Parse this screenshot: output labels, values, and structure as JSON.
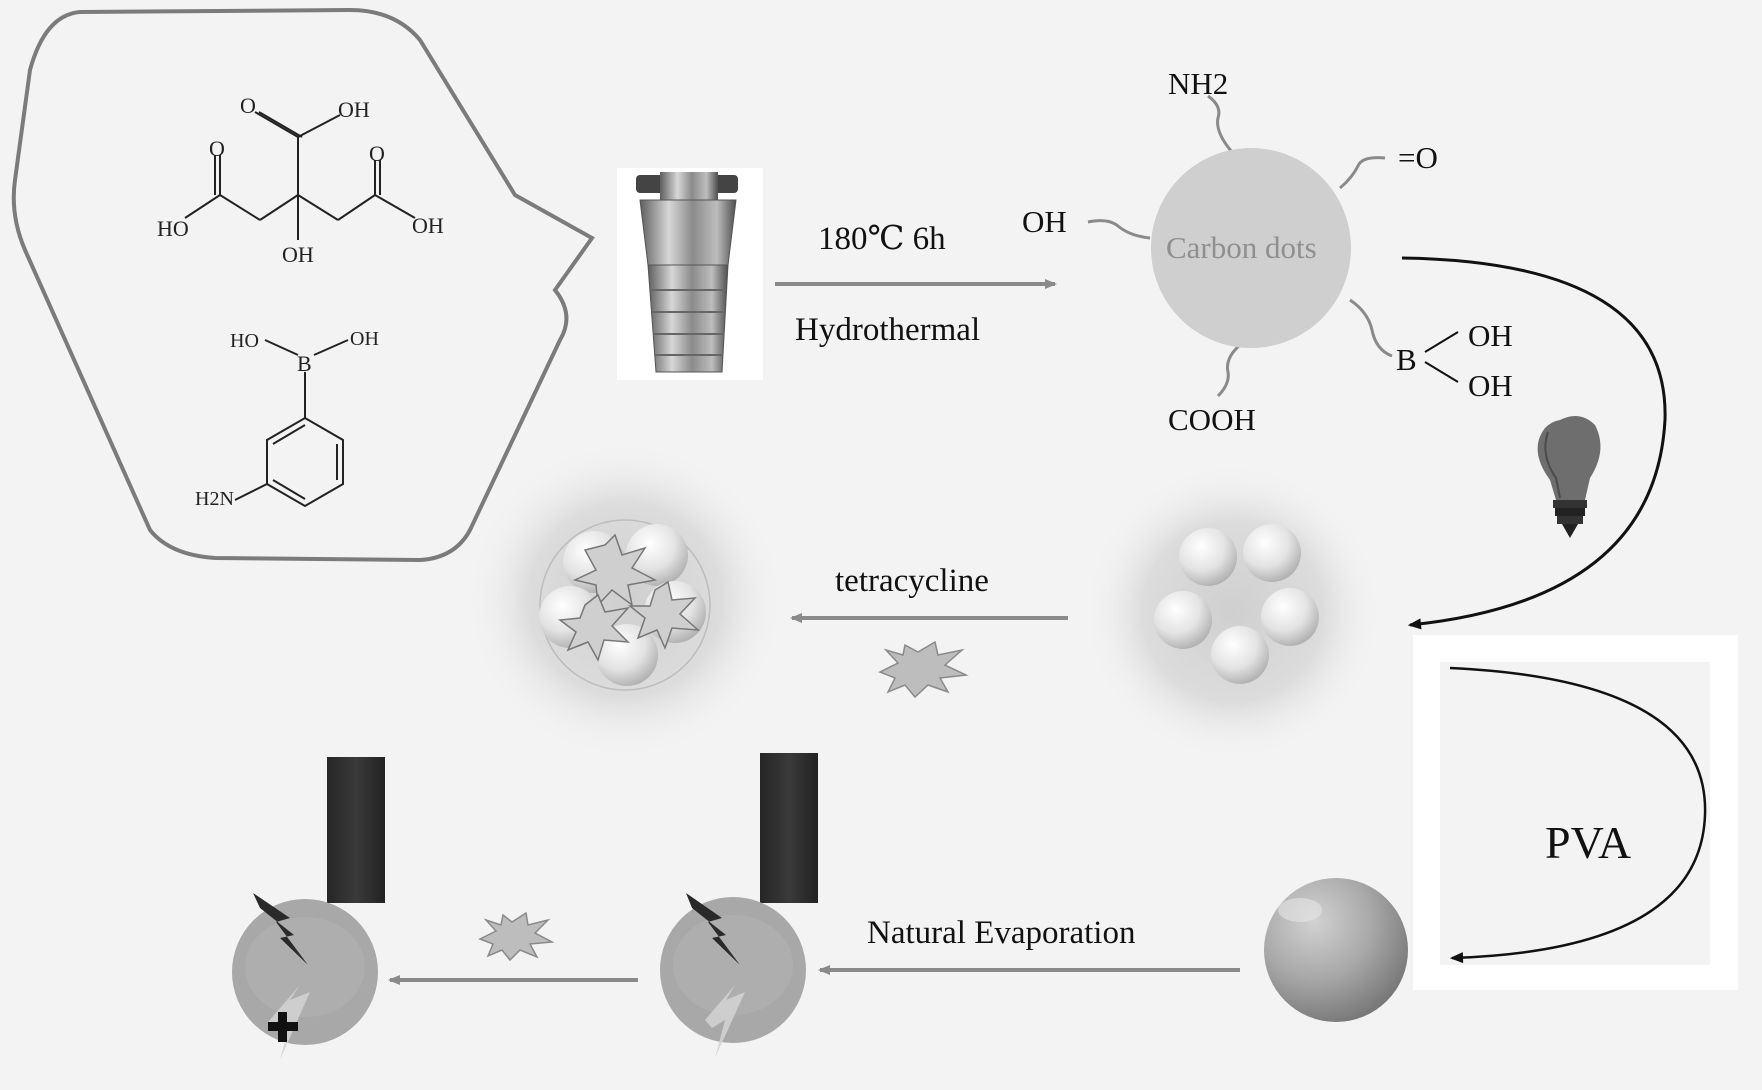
{
  "precursors": {
    "citric_acid": {
      "o_top": "O",
      "oh_top": "OH",
      "o_left": "O",
      "o_right": "O",
      "ho_left": "HO",
      "oh_right": "OH",
      "oh_bottom": "OH"
    },
    "aminophenylboronic_acid": {
      "ho": "HO",
      "oh": "OH",
      "b": "B",
      "h2n": "H2N"
    }
  },
  "steps": {
    "hydrothermal_condition": "180℃ 6h",
    "hydrothermal_label": "Hydrothermal",
    "tetracycline_label": "tetracycline",
    "pva_label": "PVA",
    "evaporation_label": "Natural Evaporation"
  },
  "carbon_dot": {
    "label": "Carbon dots",
    "groups": {
      "nh2": "NH2",
      "carbonyl": "=O",
      "oh": "OH",
      "cooh": "COOH",
      "boron": "B",
      "boron_oh1": "OH",
      "boron_oh2": "OH"
    }
  },
  "colors": {
    "background": "#f3f3f3",
    "arrow_gray": "#8a8a8a",
    "carbon_dot_fill": "#cfcfcf",
    "carbon_dot_text": "#8f8f8f",
    "bubble_outline": "#7b7b7b",
    "dark_strip": "#2c2c2c"
  },
  "icons": [
    "autoclave-icon",
    "lightbulb-icon",
    "tetracycline-burst-icon",
    "lightning-icon",
    "plus-icon"
  ]
}
